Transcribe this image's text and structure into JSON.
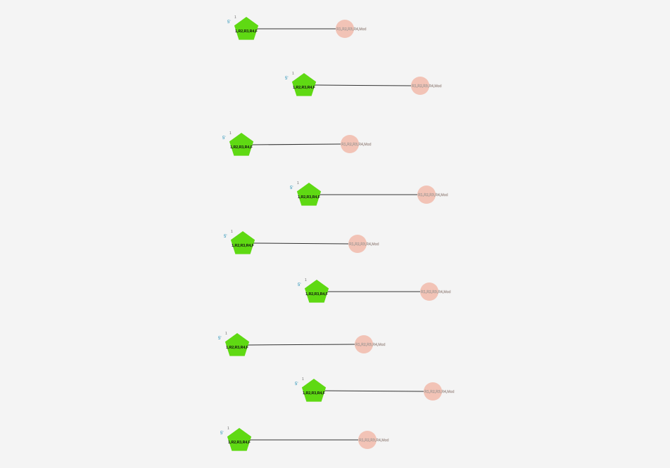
{
  "molecules": [
    {
      "index_label": "1",
      "five_prime_label": "5'",
      "pentagon_label": "1,R2,R3,R4,F",
      "circle_label": "R1,R2,R3,R4,Mod"
    },
    {
      "index_label": "1",
      "five_prime_label": "5'",
      "pentagon_label": "1,R2,R3,R4,F",
      "circle_label": "R1,R2,R3,R4,Mod"
    },
    {
      "index_label": "1",
      "five_prime_label": "5'",
      "pentagon_label": "1,R2,R3,R4,F",
      "circle_label": "R1,R2,R3,R4,Mod"
    },
    {
      "index_label": "1",
      "five_prime_label": "5'",
      "pentagon_label": "1,R2,R3,R4,F",
      "circle_label": "R1,R2,R3,R4,Mod"
    },
    {
      "index_label": "1",
      "five_prime_label": "5'",
      "pentagon_label": "1,R2,R3,R4,F",
      "circle_label": "R1,R2,R3,R4,Mod"
    },
    {
      "index_label": "1",
      "five_prime_label": "5'",
      "pentagon_label": "1,R2,R3,R4,F",
      "circle_label": "R1,R2,R3,R4,Mod"
    },
    {
      "index_label": "1",
      "five_prime_label": "5'",
      "pentagon_label": "1,R2,R3,R4,F",
      "circle_label": "R1,R2,R3,R4,Mod"
    },
    {
      "index_label": "1",
      "five_prime_label": "5'",
      "pentagon_label": "1,R2,R3,R4,F",
      "circle_label": "R1,R2,R3,R4,Mod"
    },
    {
      "index_label": "1",
      "five_prime_label": "5'",
      "pentagon_label": "1,R2,R3,R4,F",
      "circle_label": "R1,R2,R3,R4,Mod"
    }
  ],
  "colors": {
    "background": "#f4f4f4",
    "pentagon_fill": "#5fd913",
    "circle_fill": "#f2c3b6",
    "link": "#333333",
    "five_prime": "#1a8cb4",
    "index_label": "#666666"
  }
}
